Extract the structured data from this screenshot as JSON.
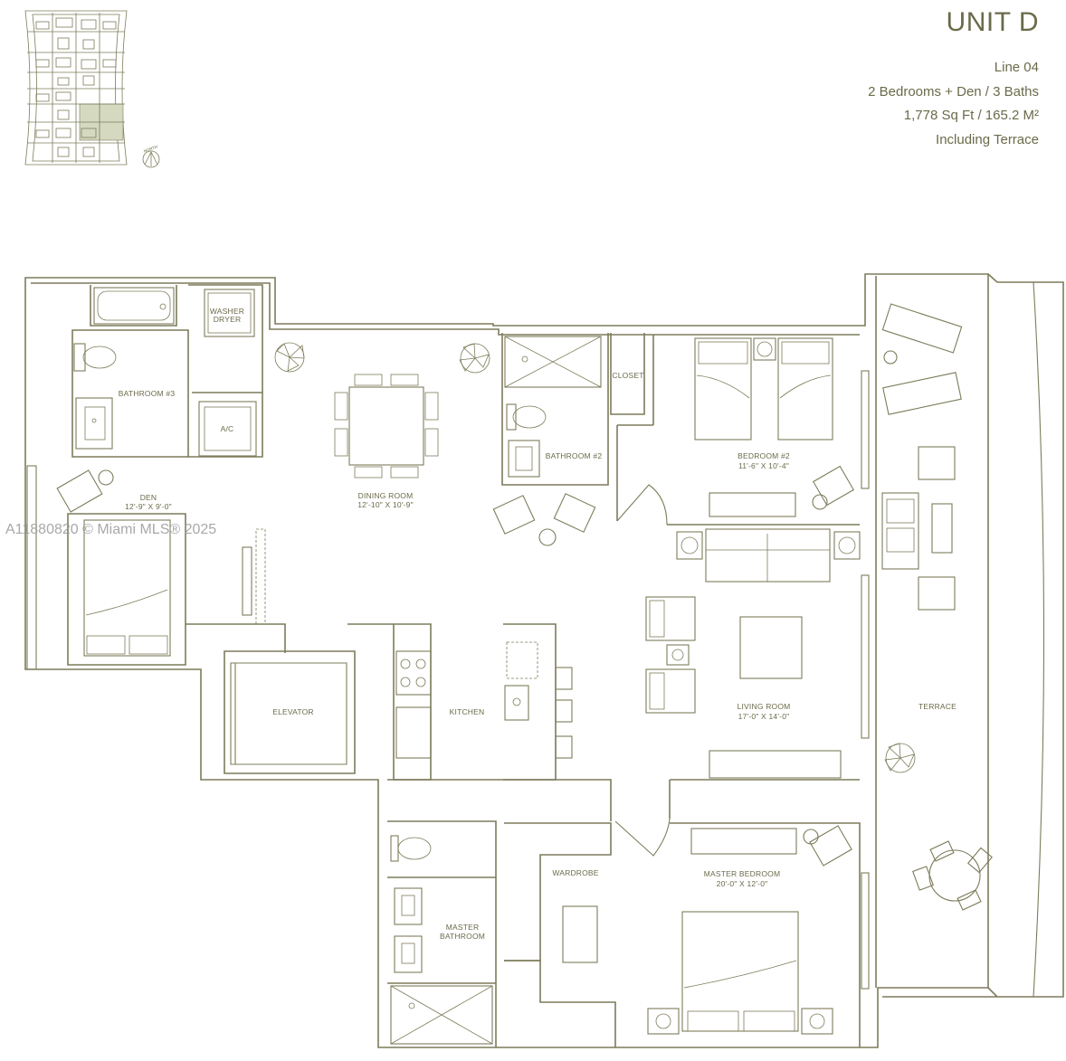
{
  "header": {
    "unit": "UNIT D",
    "line": "Line 04",
    "layout": "2 Bedrooms + Den / 3 Baths",
    "area": "1,778 Sq Ft / 165.2 M²",
    "note": "Including Terrace"
  },
  "compass": {
    "label": "NORTH"
  },
  "watermark": "A11880820 © Miami MLS® 2025",
  "rooms": {
    "washer": {
      "name": "WASHER",
      "name2": "DRYER"
    },
    "ac": {
      "name": "A/C"
    },
    "bathroom3": {
      "name": "BATHROOM #3"
    },
    "den": {
      "name": "DEN",
      "dims": "12'-9\" X 9'-0\""
    },
    "dining": {
      "name": "DINING ROOM",
      "dims": "12'-10\" X 10'-9\""
    },
    "closet": {
      "name": "CLOSET"
    },
    "bathroom2": {
      "name": "BATHROOM #2"
    },
    "bedroom2": {
      "name": "BEDROOM #2",
      "dims": "11'-6\" X 10'-4\""
    },
    "elevator": {
      "name": "ELEVATOR"
    },
    "kitchen": {
      "name": "KITCHEN"
    },
    "living": {
      "name": "LIVING ROOM",
      "dims": "17'-0\" X 14'-0\""
    },
    "terrace": {
      "name": "TERRACE"
    },
    "wardrobe": {
      "name": "WARDROBE"
    },
    "master_bedroom": {
      "name": "MASTER BEDROOM",
      "dims": "20'-0\" X 12'-0\""
    },
    "master_bath": {
      "name": "MASTER",
      "name2": "BATHROOM"
    }
  },
  "colors": {
    "line": "#7d7c5b",
    "text": "#6b6a4a",
    "highlight": "#d4d9c0"
  }
}
